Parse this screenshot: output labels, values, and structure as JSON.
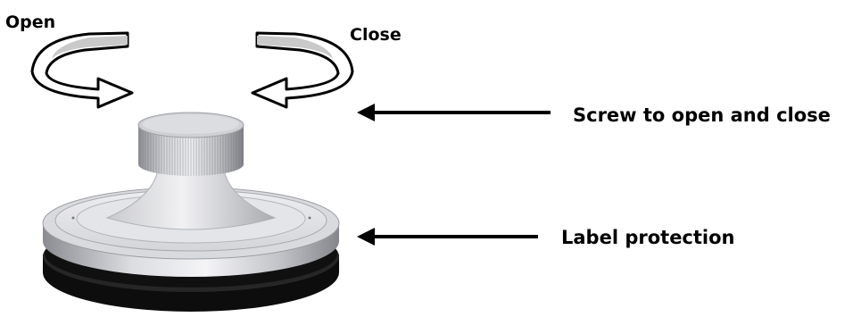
{
  "labels": {
    "open": "Open",
    "close": "Close",
    "screw": "Screw to open and close",
    "label_protection": "Label protection"
  },
  "colors": {
    "metal_light": "#e8e8ec",
    "metal_mid": "#b9babf",
    "metal_dark": "#7d7f86",
    "rubber": "#111111",
    "arrow_fill": "#ffffff",
    "arrow_band": "#c9c9c9",
    "arrow_stroke": "#000000"
  },
  "icons": {
    "open_arrow": "rotate-counterclockwise-arrow-icon",
    "close_arrow": "rotate-clockwise-arrow-icon",
    "pointer": "arrow-left-icon"
  }
}
